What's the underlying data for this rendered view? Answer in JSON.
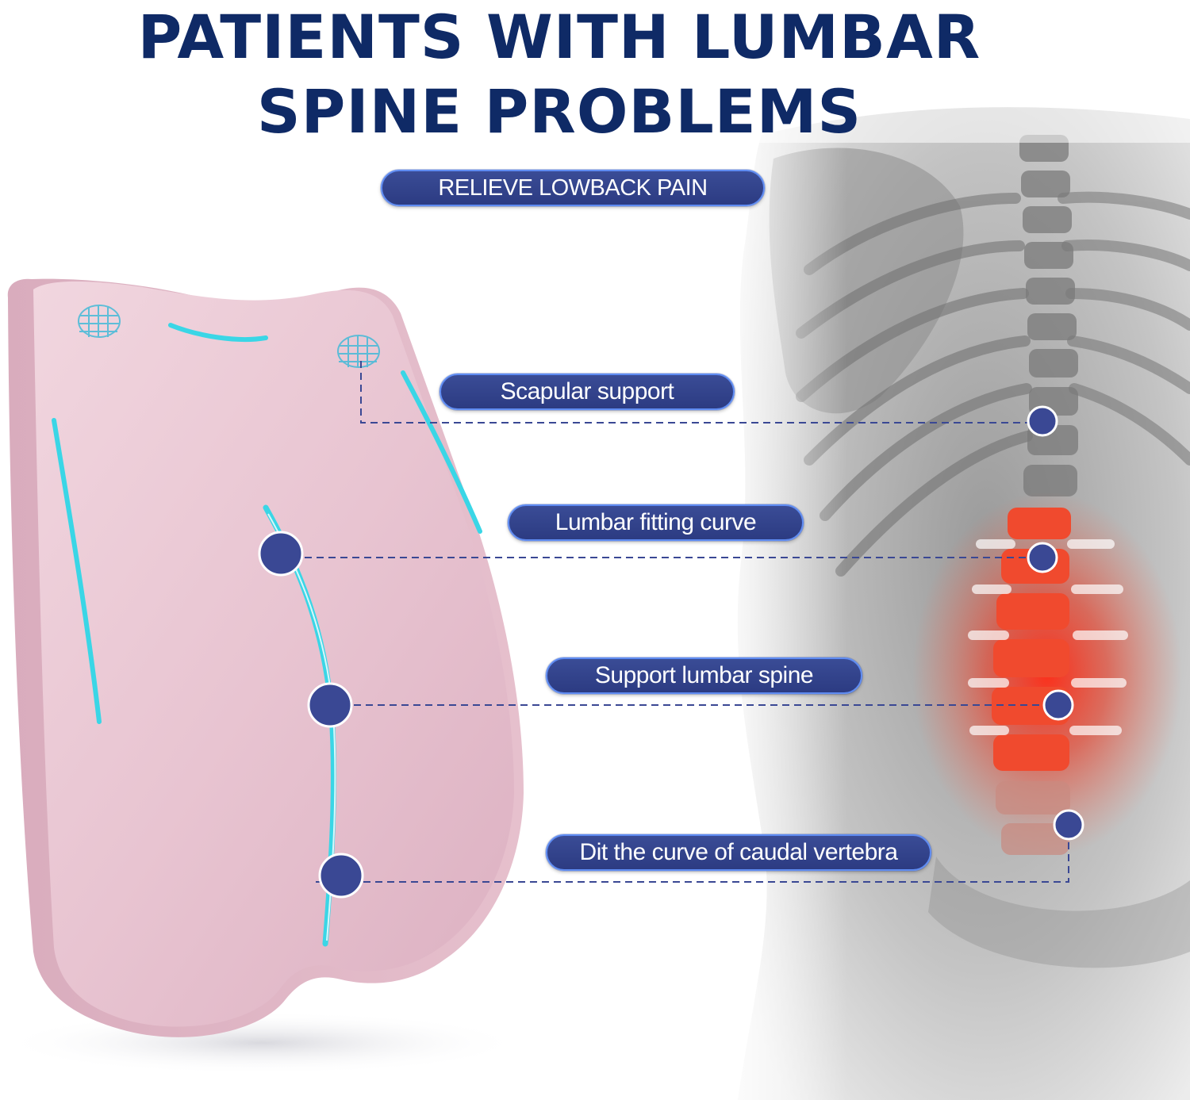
{
  "headline": {
    "line1": "PATIENTS WITH LUMBAR",
    "line2": "SPINE PROBLEMS"
  },
  "banner": "RELIEVE LOWBACK PAIN",
  "features": [
    {
      "label": "Scapular support"
    },
    {
      "label": "Lumbar fitting curve"
    },
    {
      "label": "Support lumbar spine"
    },
    {
      "label": "Dit the curve of caudal vertebra"
    }
  ],
  "colors": {
    "headline": "#0f2a66",
    "pill_fill": "#2f3e86",
    "pill_border": "#5f8cf2",
    "marker": "#3a4894",
    "cushion": "#e8c6d2",
    "accent_curve": "#3ad6e6",
    "pain_glow": "#ff2a14"
  }
}
